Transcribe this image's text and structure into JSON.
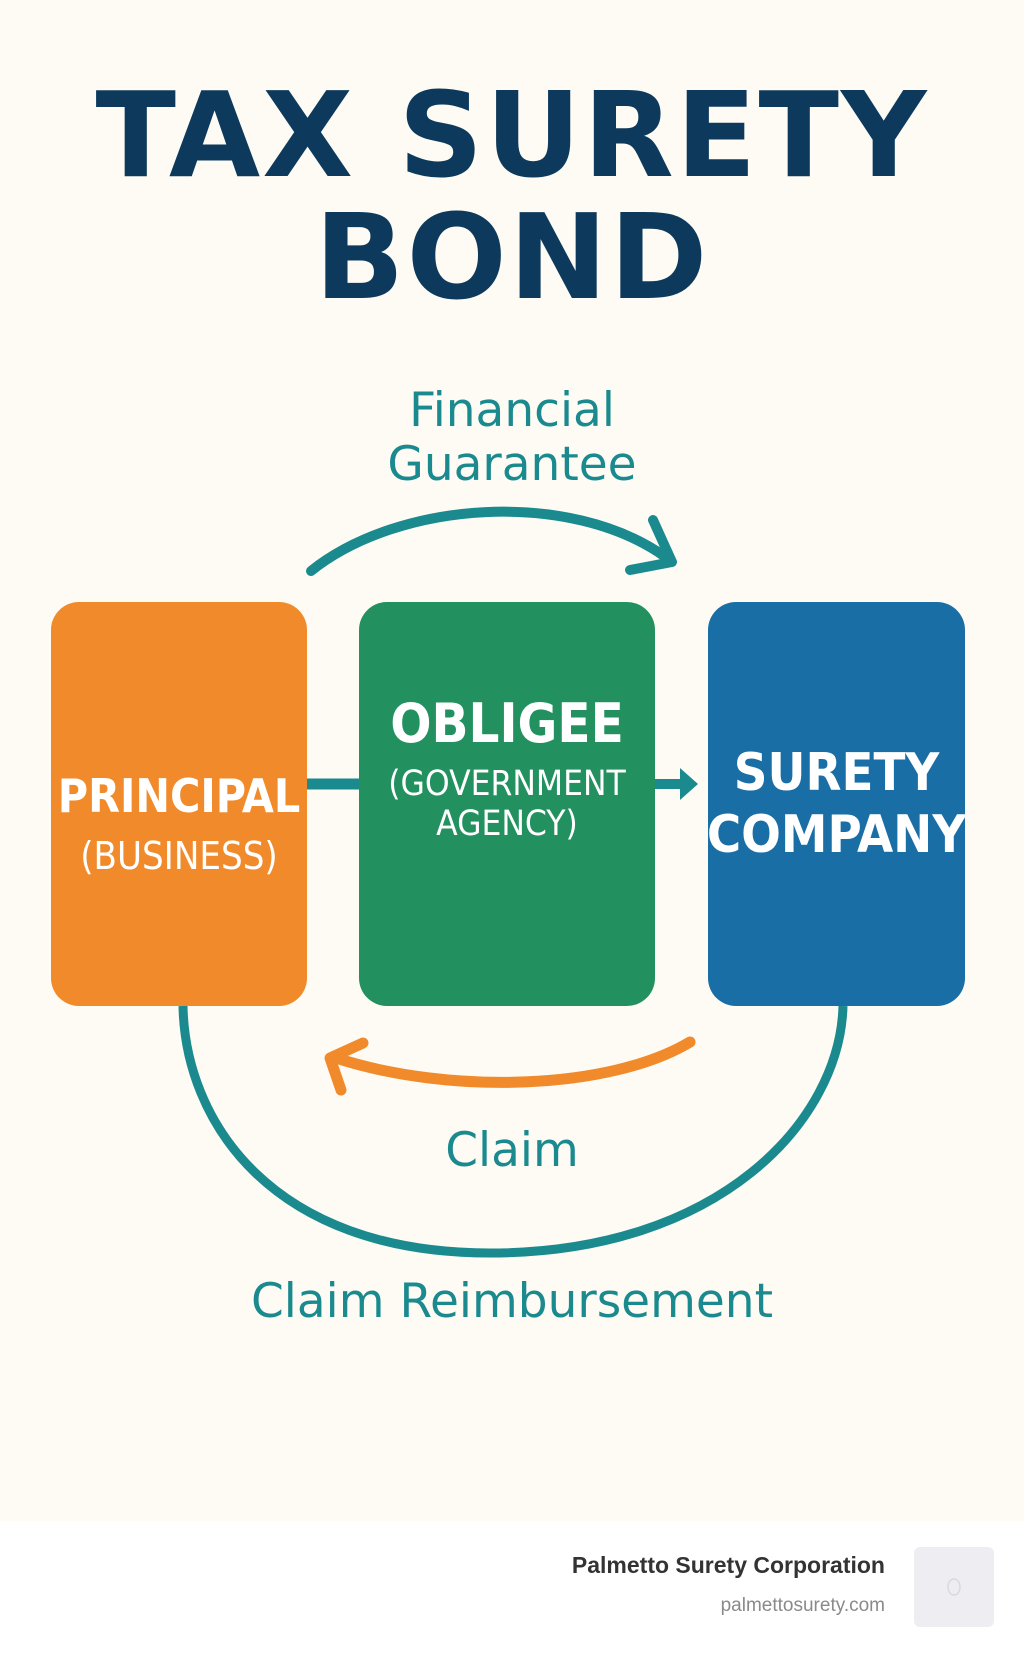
{
  "title": {
    "line1": "TAX SURETY",
    "line2": "BOND"
  },
  "nodes": {
    "principal": {
      "main": "PRINCIPAL",
      "sub": "(BUSINESS)"
    },
    "obligee": {
      "main": "OBLIGEE",
      "sub_line1": "(GOVERNMENT",
      "sub_line2": "AGENCY)"
    },
    "surety": {
      "main_line1": "SURETY",
      "main_line2": "COMPANY"
    }
  },
  "edges": {
    "financial_guarantee": {
      "line1": "Financial",
      "line2": "Guarantee"
    },
    "claim": "Claim",
    "claim_reimbursement": "Claim Reimbursement"
  },
  "footer": {
    "company": "Palmetto Surety Corporation",
    "website": "palmettosurety.com"
  },
  "colors": {
    "background": "#fdfbf4",
    "title": "#0d3a5c",
    "teal": "#1a8a8f",
    "orange": "#f08a2a",
    "green": "#23915f",
    "blue": "#1a6ea6"
  }
}
